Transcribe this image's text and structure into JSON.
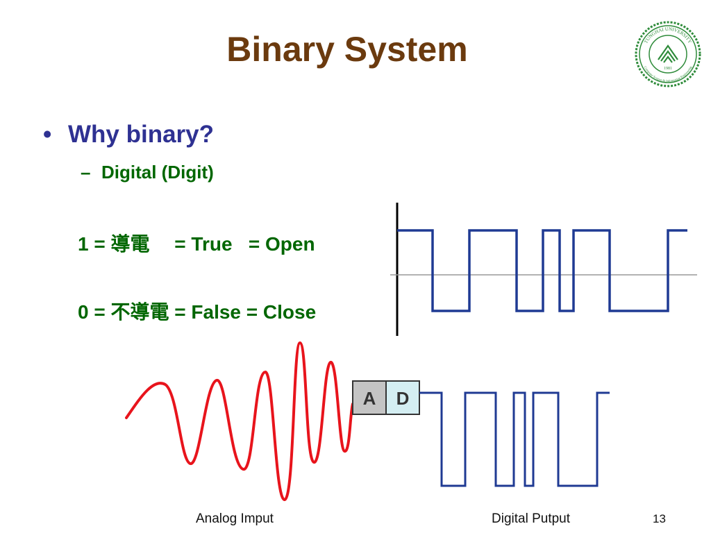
{
  "slide": {
    "title": "Binary System",
    "page_number": "13"
  },
  "content": {
    "bullet": "Why binary?",
    "sub_bullet": "Digital (Digit)",
    "one_line": "1 = 導電　 = True   = Open",
    "zero_line": "0 = 不導電 = False = Close"
  },
  "figure": {
    "box_a": "A",
    "box_d": "D",
    "caption_left": "Analog Imput",
    "caption_right": "Digital Putput"
  },
  "logo": {
    "text_top": "TUNGHAI UNIVERSITY",
    "text_bottom": "Computer Science & Information Engineering",
    "year": "1981"
  },
  "colors": {
    "title": "#6b3a0e",
    "bullet": "#2e3192",
    "green_text": "#006600",
    "digital_wave": "#1f3a93",
    "analog_wave": "#e8141c",
    "logo_green": "#2e8b3a"
  }
}
